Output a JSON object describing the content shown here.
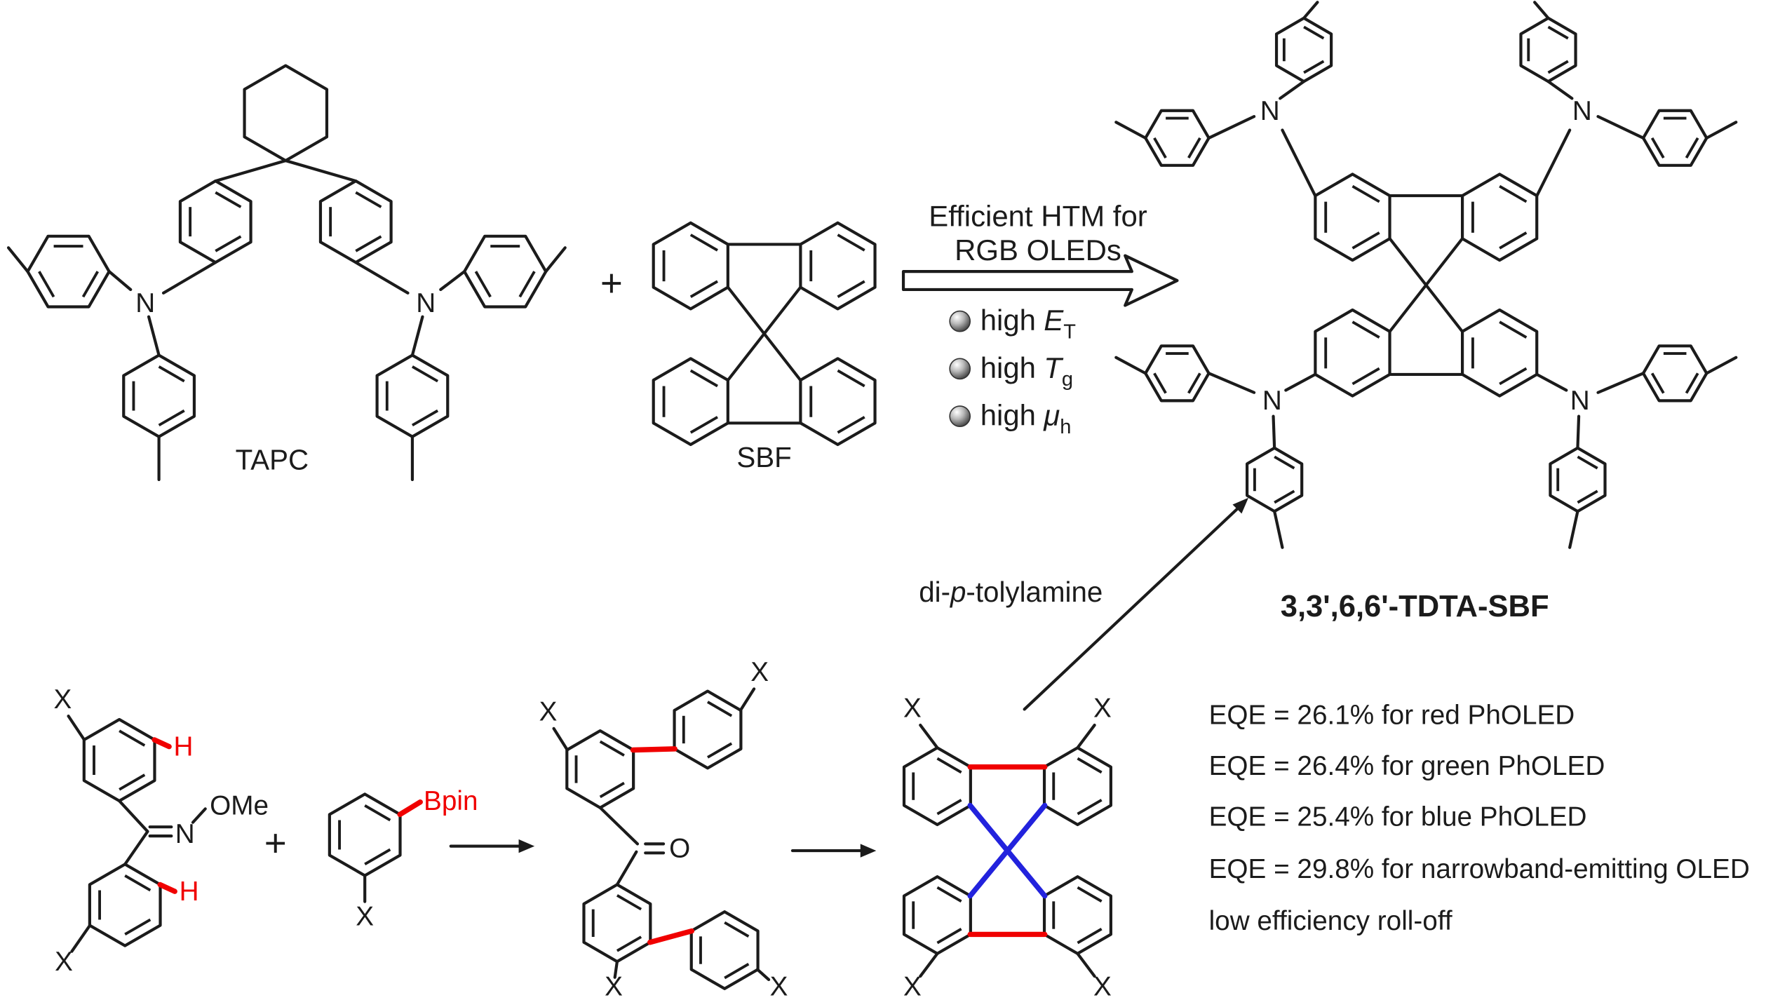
{
  "labels": {
    "tapc": "TAPC",
    "sbf": "SBF",
    "plus": "+",
    "product_name": "3,3',6,6'-TDTA-SBF"
  },
  "arrow_caption": {
    "line1": "Efficient HTM for",
    "line2": "RGB OLEDs"
  },
  "bullets": [
    {
      "pre": "high",
      "sym": "E",
      "sub": "T"
    },
    {
      "pre": "high",
      "sym": "T",
      "sub": "g"
    },
    {
      "pre": "high",
      "sym": "μ",
      "sub": "h"
    }
  ],
  "reagent": {
    "p1": "di-",
    "p2": "p",
    "p3": "-tolylamine"
  },
  "atoms": {
    "n": "N",
    "x": "X",
    "h": "H",
    "o": "O",
    "ome": "OMe",
    "bpin": "Bpin"
  },
  "results": [
    {
      "text": "EQE = 26.1% for red PhOLED",
      "color": "#f00000"
    },
    {
      "text": "EQE = 26.4% for green PhOLED",
      "color": "#00c000"
    },
    {
      "text": "EQE = 25.4% for blue PhOLED",
      "color": "#1a1aff"
    },
    {
      "text": "EQE = 29.8% for narrowband-emitting OLED",
      "color": "#1a1aff"
    },
    {
      "text": "low efficiency roll-off",
      "color": "#1b1b1b"
    }
  ],
  "colors": {
    "bond": "#1b1b1b",
    "new_bond_red": "#f00000",
    "spiro_bond_blue": "#2222dd"
  }
}
